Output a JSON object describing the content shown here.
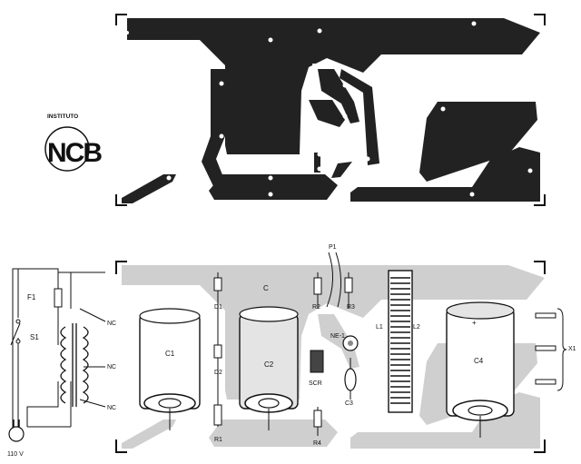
{
  "logo": {
    "top": "INSTITUTO",
    "main": "NCB"
  },
  "components": {
    "F1": "F1",
    "S1": "S1",
    "plug": "110 V",
    "NC1": "NC",
    "NC2": "NC",
    "NC3": "NC",
    "D1": "D1",
    "D2": "D2",
    "R1": "R1",
    "C1": "C1",
    "C2": "C2",
    "C_top": "C",
    "P1": "P1",
    "R2": "R2",
    "R3": "R3",
    "NE1": "NE-1",
    "SCR": "SCR",
    "C3": "C3",
    "R4": "R4",
    "L1": "L1",
    "L2": "L2",
    "C4": "C4",
    "X1": "X1",
    "plus": "+"
  }
}
